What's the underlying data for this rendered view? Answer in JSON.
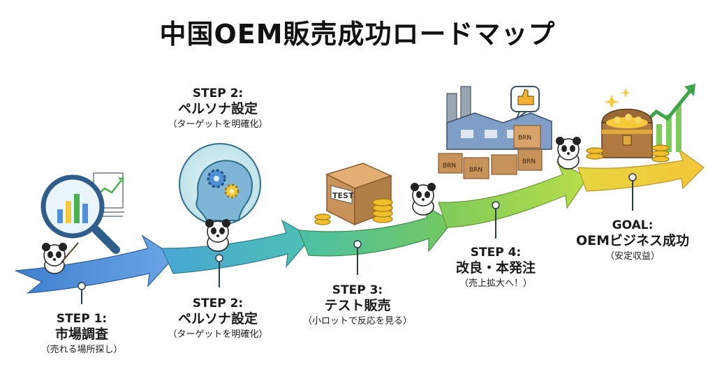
{
  "title": "中国OEM販売成功ロードマップ",
  "steps": [
    {
      "step": "STEP 1:",
      "name": "市場調査",
      "desc": "（売れる場所探し）"
    },
    {
      "step": "STEP 2:",
      "name": "ペルソナ設定",
      "desc": "（ターゲットを明確化）"
    },
    {
      "step": "STEP 2:",
      "name": "ペルソナ設定",
      "desc": "（ターゲットを明確化）"
    },
    {
      "step": "STEP 3:",
      "name": "テスト販売",
      "desc": "（小ロットで反応を見る）"
    },
    {
      "step": "STEP 4:",
      "name": "改良・本発注",
      "desc": "（売上拡大へ！）"
    },
    {
      "step": "GOAL:",
      "name": "OEMビジネス成功",
      "desc": "（安定収益）"
    }
  ],
  "box_labels": {
    "test": "TEST",
    "brand": "BRN"
  },
  "colors": {
    "arrow_blue": "#4f8fd6",
    "arrow_teal": "#3fb1b8",
    "arrow_green": "#6cc36a",
    "arrow_lime": "#a7d84f",
    "arrow_gold": "#f2c93a",
    "box_brown": "#c8935a",
    "coin_gold": "#f1bf2c"
  },
  "icons": [
    "magnifier-chart-icon",
    "head-gear-icon",
    "test-box-icon",
    "factory-icon",
    "thumbs-up-icon",
    "treasure-chest-icon",
    "panda-icon"
  ]
}
